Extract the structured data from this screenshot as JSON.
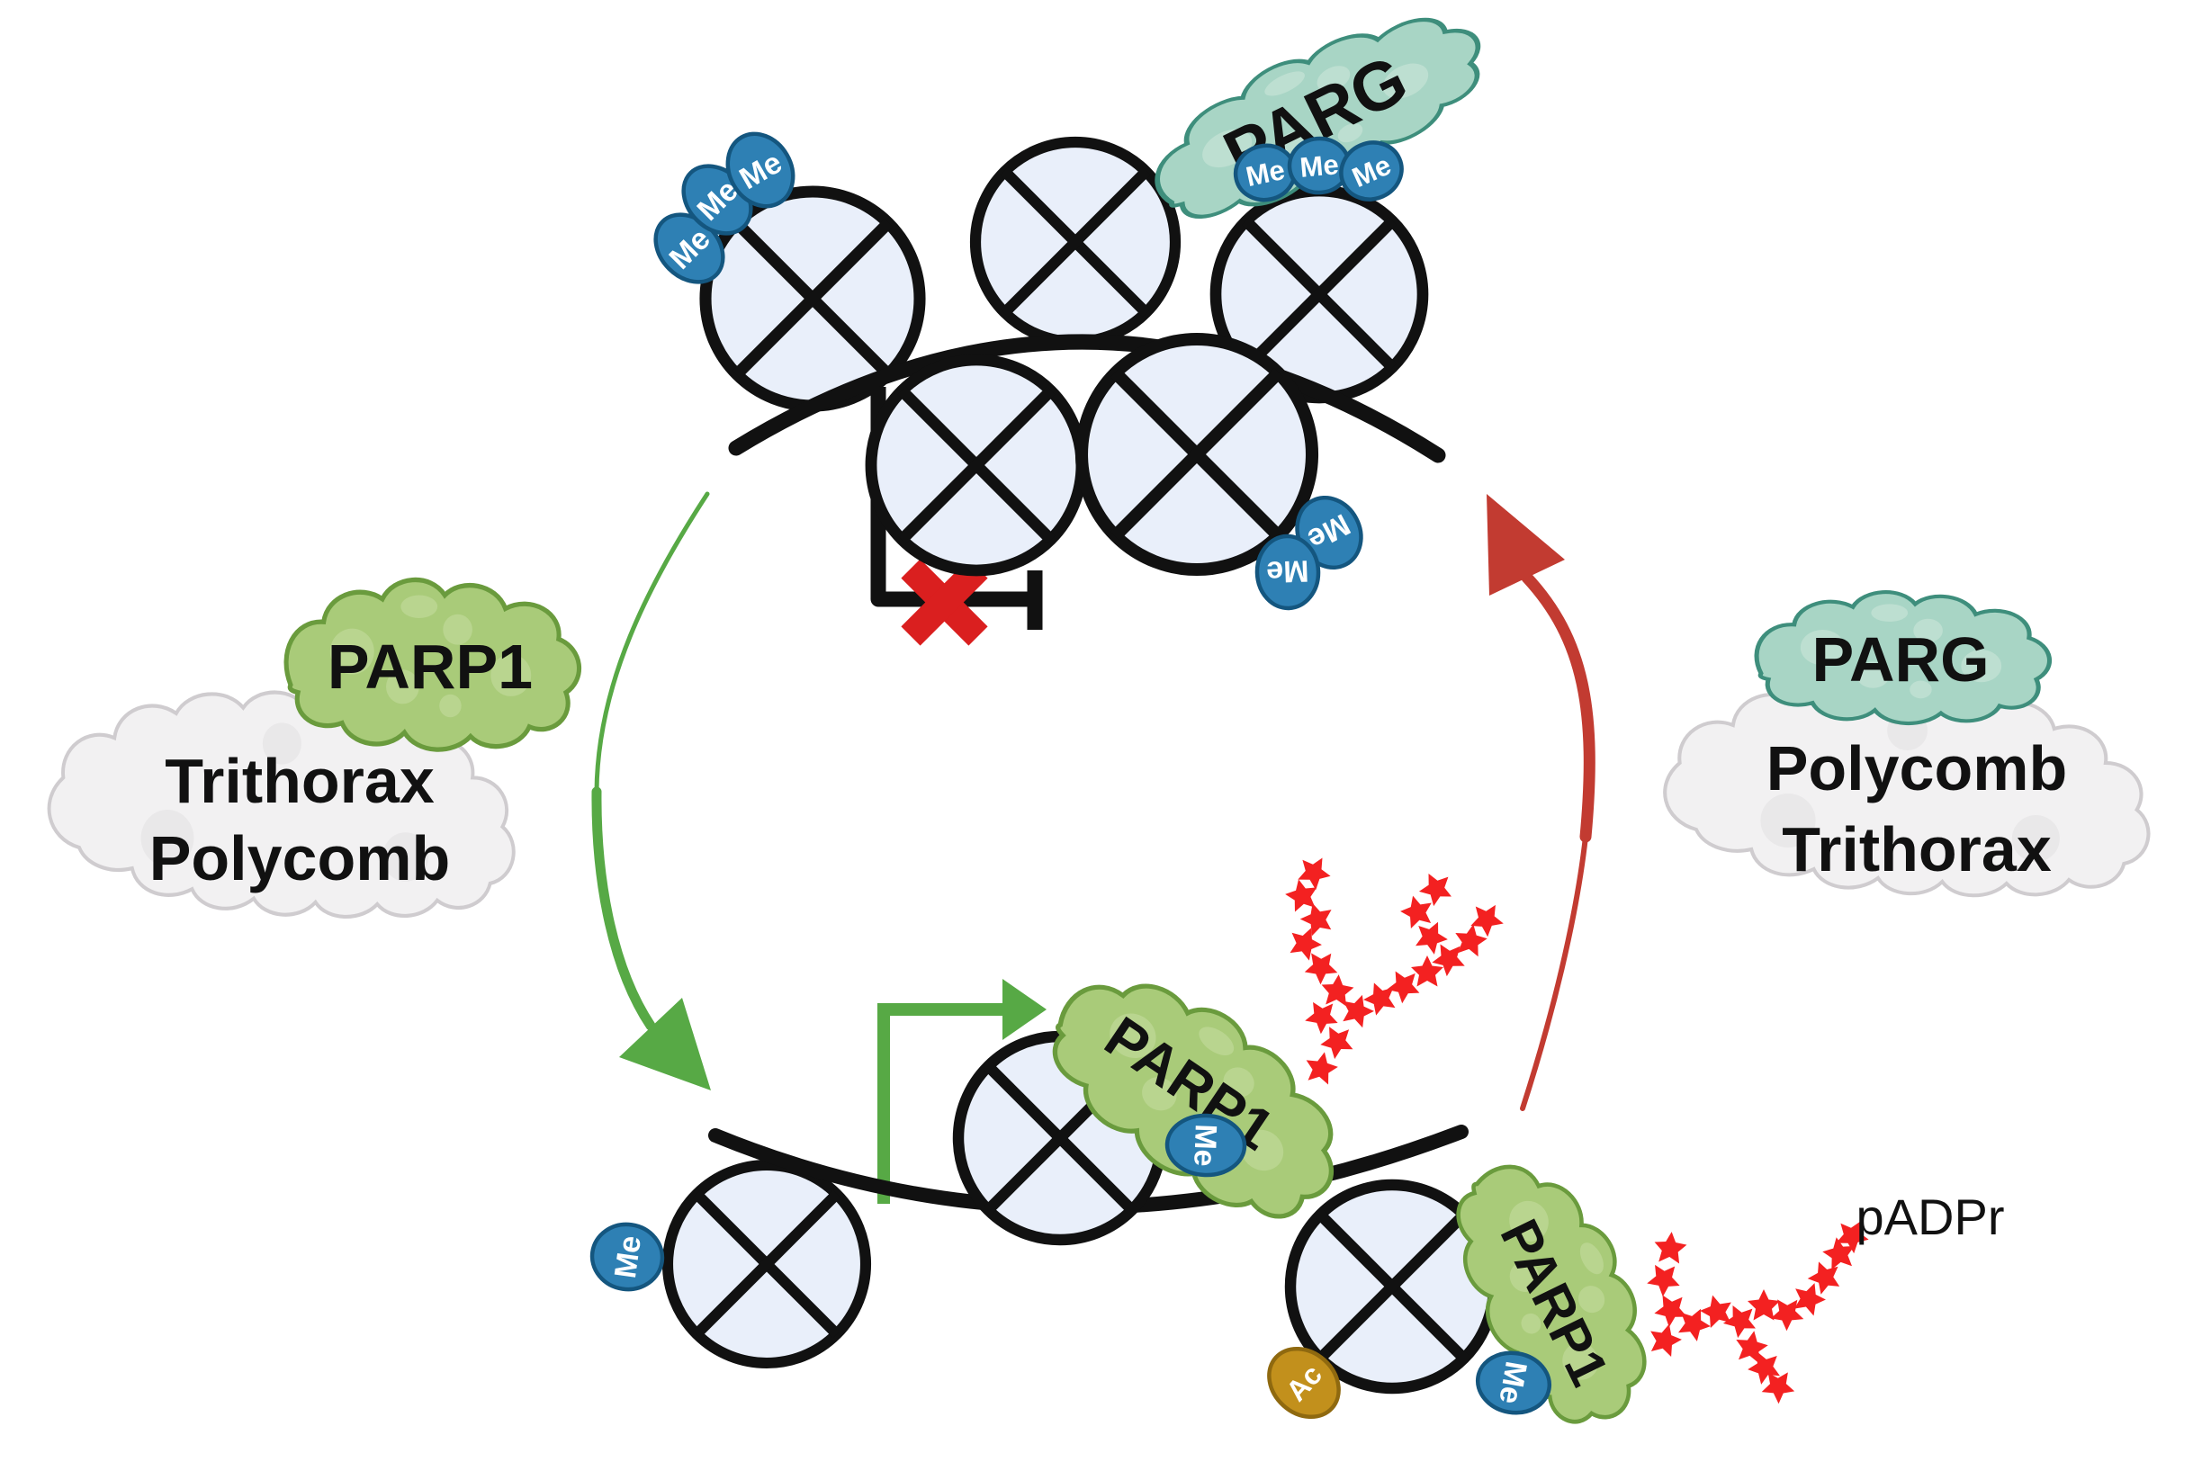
{
  "labels": {
    "parg": "PARG",
    "parp1": "PARP1",
    "me": "Me",
    "ac": "Ac",
    "padpr": "pADPr",
    "trithorax": "Trithorax",
    "polycomb": "Polycomb"
  },
  "left_complex": {
    "enzyme": "PARP1",
    "members": [
      "Trithorax",
      "Polycomb"
    ]
  },
  "right_complex": {
    "enzyme": "PARG",
    "members": [
      "Polycomb",
      "Trithorax"
    ]
  },
  "colors": {
    "nucleosome_fill": "#e9effa",
    "outline": "#111111",
    "me_fill": "#2e80b4",
    "me_stroke": "#14567f",
    "ac_fill": "#c2901c",
    "ac_stroke": "#8f690f",
    "parg_fill": "#a8d5c5",
    "parg_spot": "#c6e3d5",
    "parg_stroke": "#3e8e7c",
    "parp1_fill": "#a9cb79",
    "parp1_spot": "#c1d898",
    "parp1_stroke": "#6a9b3d",
    "cloud_fill": "#f2f1f2",
    "cloud_spot": "#e6e4e6",
    "cloud_stroke": "#cfcccf",
    "green_arrow": "#57a945",
    "red_arrow": "#c23b31",
    "red_x": "#da1f1f",
    "star_fill": "#f32121",
    "text": "#111111"
  }
}
